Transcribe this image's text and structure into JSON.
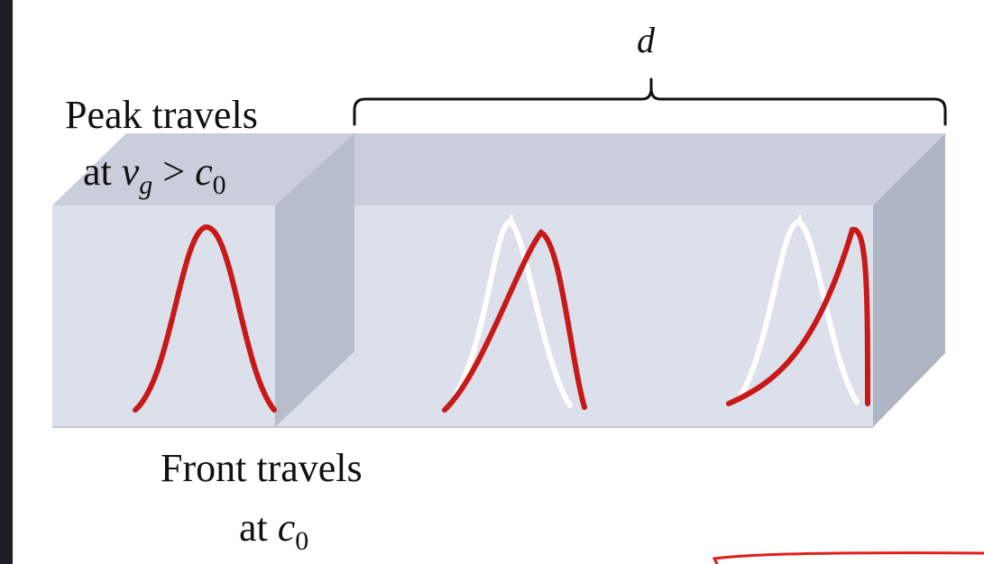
{
  "labels": {
    "distance": "d",
    "peak_line1": "Peak travels",
    "peak_line2_prefix": "at ",
    "peak_v": "v",
    "peak_v_sub": "g",
    "peak_relation": " > ",
    "peak_c": "c",
    "peak_c_sub": "0",
    "front_line1": "Front travels",
    "front_line2_prefix": "at ",
    "front_c": "c",
    "front_c_sub": "0"
  },
  "colors": {
    "frame_border": "#1b1f24",
    "page_background": "#ffffff",
    "box_front": "#dbe0ea",
    "box_top": "#c9ceda",
    "box_side": "#aeb5c2",
    "interface_face": "#b8bec9",
    "pulse_red": "#c81919",
    "pulse_ghost": "#ffffff",
    "annotation_red": "#e01e1e",
    "text": "#111111"
  }
}
